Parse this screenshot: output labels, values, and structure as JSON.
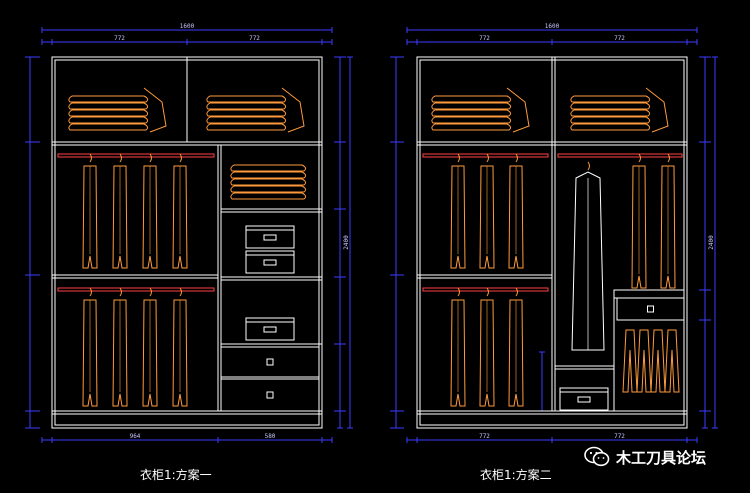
{
  "drawings": [
    {
      "caption": "衣柜1:方案一",
      "top_dims": {
        "total": "1600",
        "left": "772",
        "right": "772"
      },
      "bottom_dims": {
        "left": "964",
        "right": "580"
      },
      "right_dims": {
        "total": "2400"
      }
    },
    {
      "caption": "衣柜1:方案二",
      "top_dims": {
        "total": "1600",
        "left": "772",
        "right": "772"
      },
      "bottom_dims": {
        "left": "772",
        "right": "772"
      },
      "right_dims": {
        "total": "2400"
      }
    }
  ],
  "watermark": {
    "text": "木工刀具论坛",
    "icon": "wechat-icon"
  },
  "colors": {
    "background": "#000000",
    "cabinet": "#ffffff",
    "dimension": "#3c3cff",
    "clothing": "#ff9a3c",
    "hanging_rod": "#ff4040",
    "text": "#ffffff"
  }
}
